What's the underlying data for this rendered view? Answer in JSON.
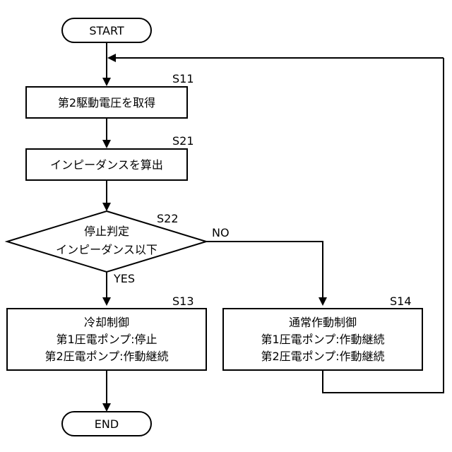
{
  "flowchart": {
    "start": "START",
    "end": "END",
    "steps": {
      "s11": {
        "label": "S11",
        "text": "第2駆動電圧を取得"
      },
      "s21": {
        "label": "S21",
        "text": "インピーダンスを算出"
      },
      "s22": {
        "label": "S22",
        "line1": "停止判定",
        "line2": "インピーダンス以下"
      },
      "s13": {
        "label": "S13",
        "line1": "冷却制御",
        "line2": "第1圧電ポンプ:停止",
        "line3": "第2圧電ポンプ:作動継続"
      },
      "s14": {
        "label": "S14",
        "line1": "通常作動制御",
        "line2": "第1圧電ポンプ:作動継続",
        "line3": "第2圧電ポンプ:作動継続"
      }
    },
    "branches": {
      "yes": "YES",
      "no": "NO"
    }
  }
}
